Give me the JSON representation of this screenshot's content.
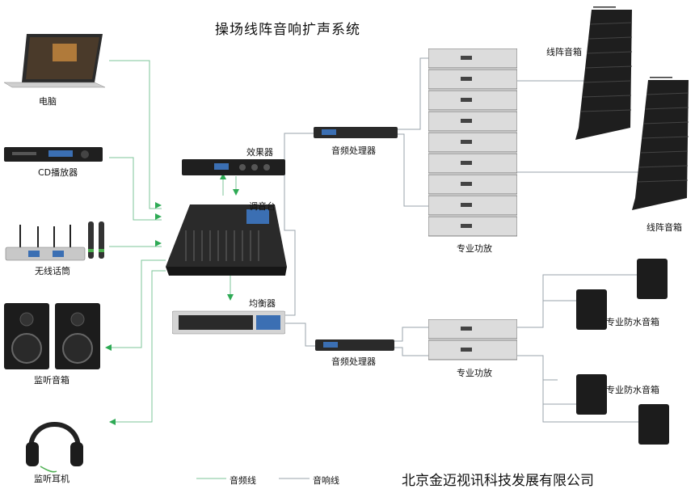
{
  "title": "操场线阵音响扩声系统",
  "company": "北京金迈视讯科技发展有限公司",
  "colors": {
    "audio_line": "#7cc49a",
    "speaker_line": "#9aa3ab",
    "arrow": "#2eaa55",
    "device": "#2a2a2a"
  },
  "sources": {
    "computer": "电脑",
    "cd_player": "CD播放器",
    "wireless_mic": "无线话筒",
    "monitor_speaker": "监听音箱",
    "monitor_headphones": "监听耳机"
  },
  "center": {
    "effects": "效果器",
    "mixer": "调音台",
    "equalizer": "均衡器"
  },
  "upper": {
    "processor": "音频处理器",
    "amp": "专业功放",
    "line_array_1": "线阵音箱",
    "line_array_2": "线阵音箱"
  },
  "lower": {
    "processor": "音频处理器",
    "amp": "专业功放",
    "waterproof_1": "专业防水音箱",
    "waterproof_2": "专业防水音箱"
  },
  "legend": {
    "audio_line": "音频线",
    "speaker_line": "音响线"
  }
}
